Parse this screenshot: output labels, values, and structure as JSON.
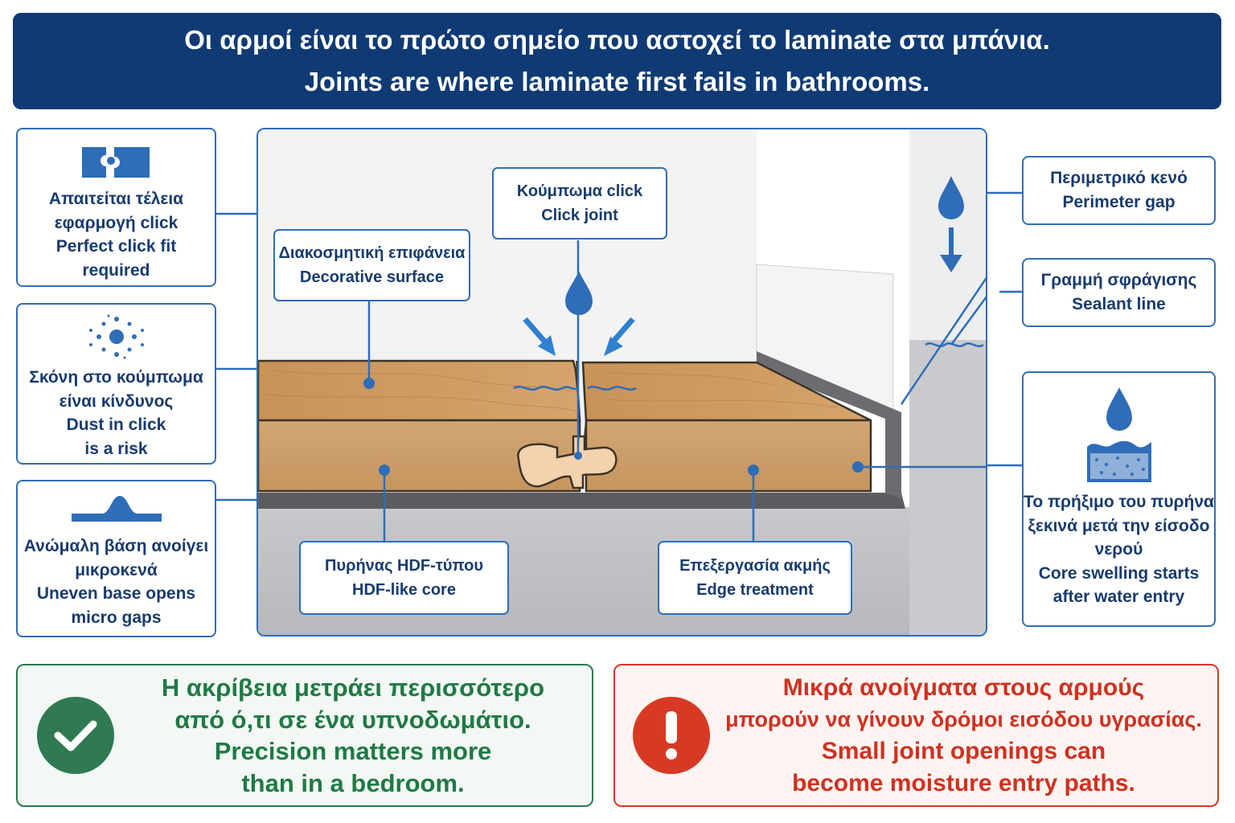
{
  "header": {
    "line_gr": "Οι αρμοί είναι το πρώτο σημείο που αστοχεί το laminate στα μπάνια.",
    "line_en": "Joints are where laminate first fails in bathrooms."
  },
  "left_cards": [
    {
      "icon": "puzzle-icon",
      "lines": [
        "Απαιτείται τέλεια",
        "εφαρμογή click",
        "Perfect click fit",
        "required"
      ]
    },
    {
      "icon": "dust-icon",
      "lines": [
        "Σκόνη στο κούμπωμα",
        "είναι κίνδυνος",
        "Dust in click",
        "is a risk"
      ]
    },
    {
      "icon": "uneven-base-icon",
      "lines": [
        "Ανώμαλη βάση ανοίγει",
        "μικροκενά",
        "Uneven base opens",
        "micro gaps"
      ]
    }
  ],
  "right_cards": [
    {
      "lines": [
        "Περιμετρικό κενό",
        "Perimeter gap"
      ]
    },
    {
      "lines": [
        "Γραμμή σφράγισης",
        "Sealant line"
      ]
    },
    {
      "icon": "core-swelling-icon",
      "lines": [
        "Το πρήξιμο του πυρήνα",
        "ξεκινά μετά την είσοδο",
        "νερού",
        "Core swelling starts",
        "after water entry"
      ]
    }
  ],
  "scene_labels": {
    "click_joint": [
      "Κούμπωμα click",
      "Click joint"
    ],
    "decorative_surface": [
      "Διακοσμητική επιφάνεια",
      "Decorative surface"
    ],
    "hdf_core": [
      "Πυρήνας HDF-τύπου",
      "HDF-like core"
    ],
    "edge_treatment": [
      "Επεξεργασία ακμής",
      "Edge treatment"
    ]
  },
  "bottom_good": {
    "icon": "checkmark-icon",
    "lines": [
      "Η ακρίβεια μετράει περισσότερο",
      "από ό,τι σε ένα υπνοδωμάτιο.",
      "Precision matters more",
      "than in a bedroom."
    ]
  },
  "bottom_bad": {
    "icon": "exclamation-icon",
    "lines": [
      "Μικρά ανοίγματα στους αρμούς",
      "μπορούν να γίνουν δρόμοι εισόδου υγρασίας.",
      "Small joint openings can",
      "become moisture entry paths."
    ]
  },
  "colors": {
    "navy": "#0f3a74",
    "blue": "#2f6db8",
    "wood": "#c9925c",
    "green": "#2c7a4e",
    "red": "#d23a2a"
  }
}
